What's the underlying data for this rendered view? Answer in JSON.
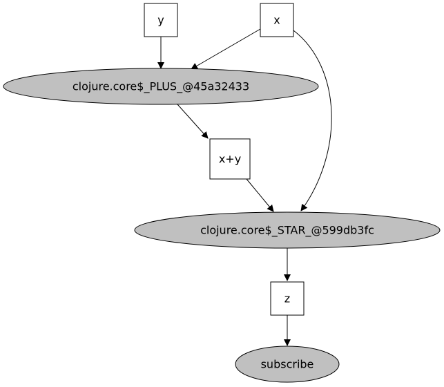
{
  "diagram": {
    "colors": {
      "background": "#ffffff",
      "op_fill": "#c0c0c0",
      "box_fill": "#ffffff",
      "stroke": "#000000"
    },
    "nodes": [
      {
        "id": "y",
        "label": "y",
        "shape": "box"
      },
      {
        "id": "x",
        "label": "x",
        "shape": "box"
      },
      {
        "id": "plus",
        "label": "clojure.core$_PLUS_@45a32433",
        "shape": "ellipse"
      },
      {
        "id": "xy",
        "label": "x+y",
        "shape": "box"
      },
      {
        "id": "star",
        "label": "clojure.core$_STAR_@599db3fc",
        "shape": "ellipse"
      },
      {
        "id": "z",
        "label": "z",
        "shape": "box"
      },
      {
        "id": "subscribe",
        "label": "subscribe",
        "shape": "ellipse"
      }
    ],
    "edges": [
      {
        "from": "y",
        "to": "plus"
      },
      {
        "from": "x",
        "to": "plus"
      },
      {
        "from": "x",
        "to": "star"
      },
      {
        "from": "plus",
        "to": "xy"
      },
      {
        "from": "xy",
        "to": "star"
      },
      {
        "from": "star",
        "to": "z"
      },
      {
        "from": "z",
        "to": "subscribe"
      }
    ]
  }
}
